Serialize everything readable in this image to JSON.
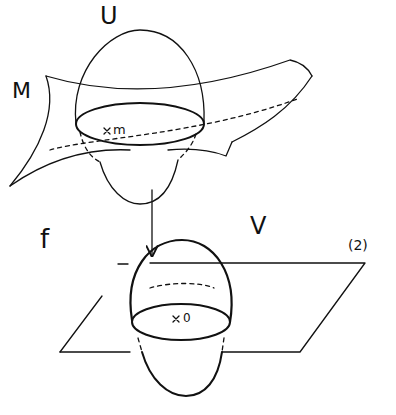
{
  "diagram": {
    "labels": [
      "U",
      "M",
      "m",
      "f",
      "V",
      "0",
      "(2)"
    ]
  }
}
